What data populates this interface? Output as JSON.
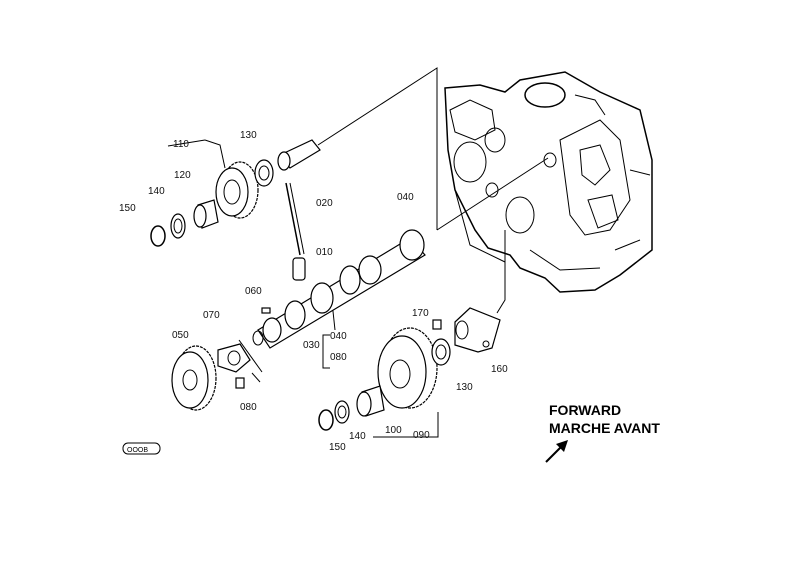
{
  "parts": {
    "p110": "110",
    "p130_top": "130",
    "p120": "120",
    "p140_left": "140",
    "p150_left": "150",
    "p020": "020",
    "p010": "010",
    "p040_top": "040",
    "p060": "060",
    "p070": "070",
    "p050": "050",
    "p080_left": "080",
    "p040_mid": "040",
    "p030": "030",
    "p080_mid": "080",
    "p170": "170",
    "p160": "160",
    "p130_bottom": "130",
    "p100": "100",
    "p090": "090",
    "p140_bottom": "140",
    "p150_bottom": "150"
  },
  "caption": {
    "line1": "FORWARD",
    "line2": "MARCHE AVANT"
  },
  "logo_text": "OOOB"
}
